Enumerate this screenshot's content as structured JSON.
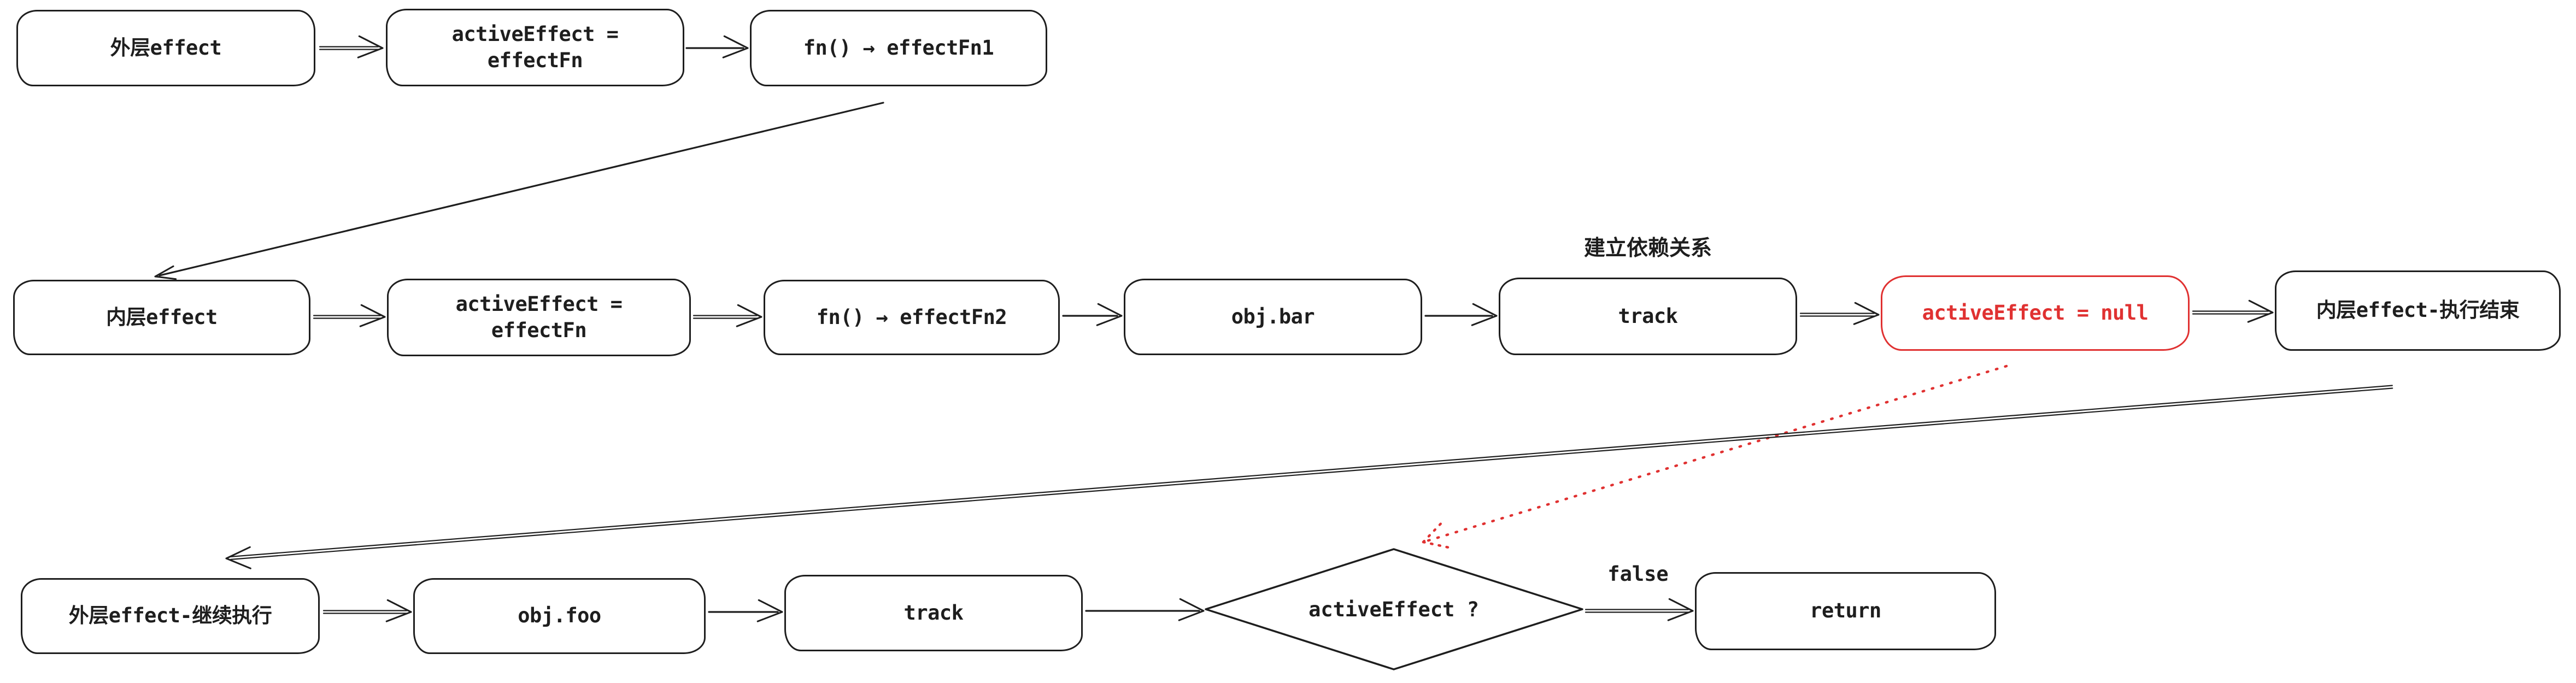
{
  "palette": {
    "ink": "#1e1e1e",
    "red": "#e03131",
    "canvas": "#ffffff"
  },
  "nodes": [
    {
      "id": "outer-effect",
      "label": "外层effect"
    },
    {
      "id": "assign-active-effect-1",
      "line1": "activeEffect =",
      "line2": "effectFn"
    },
    {
      "id": "fn-call-effectfn1",
      "label": "fn() → effectFn1"
    },
    {
      "id": "inner-effect",
      "label": "内层effect"
    },
    {
      "id": "assign-active-effect-2",
      "line1": "activeEffect =",
      "line2": "effectFn"
    },
    {
      "id": "fn-call-effectfn2",
      "label": "fn() → effectFn2"
    },
    {
      "id": "obj-bar",
      "label": "obj.bar"
    },
    {
      "id": "track-bar",
      "label": "track"
    },
    {
      "id": "active-effect-null",
      "label": "activeEffect = null"
    },
    {
      "id": "inner-effect-end",
      "label": "内层effect-执行结束"
    },
    {
      "id": "outer-effect-resume",
      "label": "外层effect-继续执行"
    },
    {
      "id": "obj-foo",
      "label": "obj.foo"
    },
    {
      "id": "track-foo",
      "label": "track"
    },
    {
      "id": "active-effect-check",
      "label": "activeEffect ?"
    },
    {
      "id": "return-node",
      "label": "return"
    }
  ],
  "annotations": {
    "dependency_note": "建立依赖关系",
    "false_branch_label": "false"
  }
}
